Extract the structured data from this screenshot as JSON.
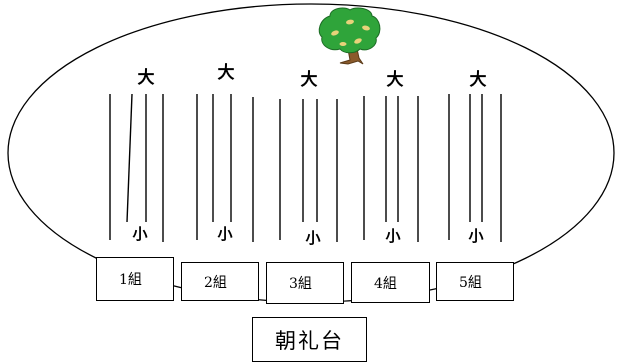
{
  "groups": [
    {
      "top": "大",
      "bottom": "小",
      "name": "1組"
    },
    {
      "top": "大",
      "bottom": "小",
      "name": "2組"
    },
    {
      "top": "大",
      "bottom": "小",
      "name": "3組"
    },
    {
      "top": "大",
      "bottom": "小",
      "name": "4組"
    },
    {
      "top": "大",
      "bottom": "小",
      "name": "5組"
    }
  ],
  "stage": "朝礼台",
  "tree": {
    "trunk_color": "#8a5a2b",
    "leaf_color": "#2fa43a",
    "highlight": "#e8d27a"
  }
}
